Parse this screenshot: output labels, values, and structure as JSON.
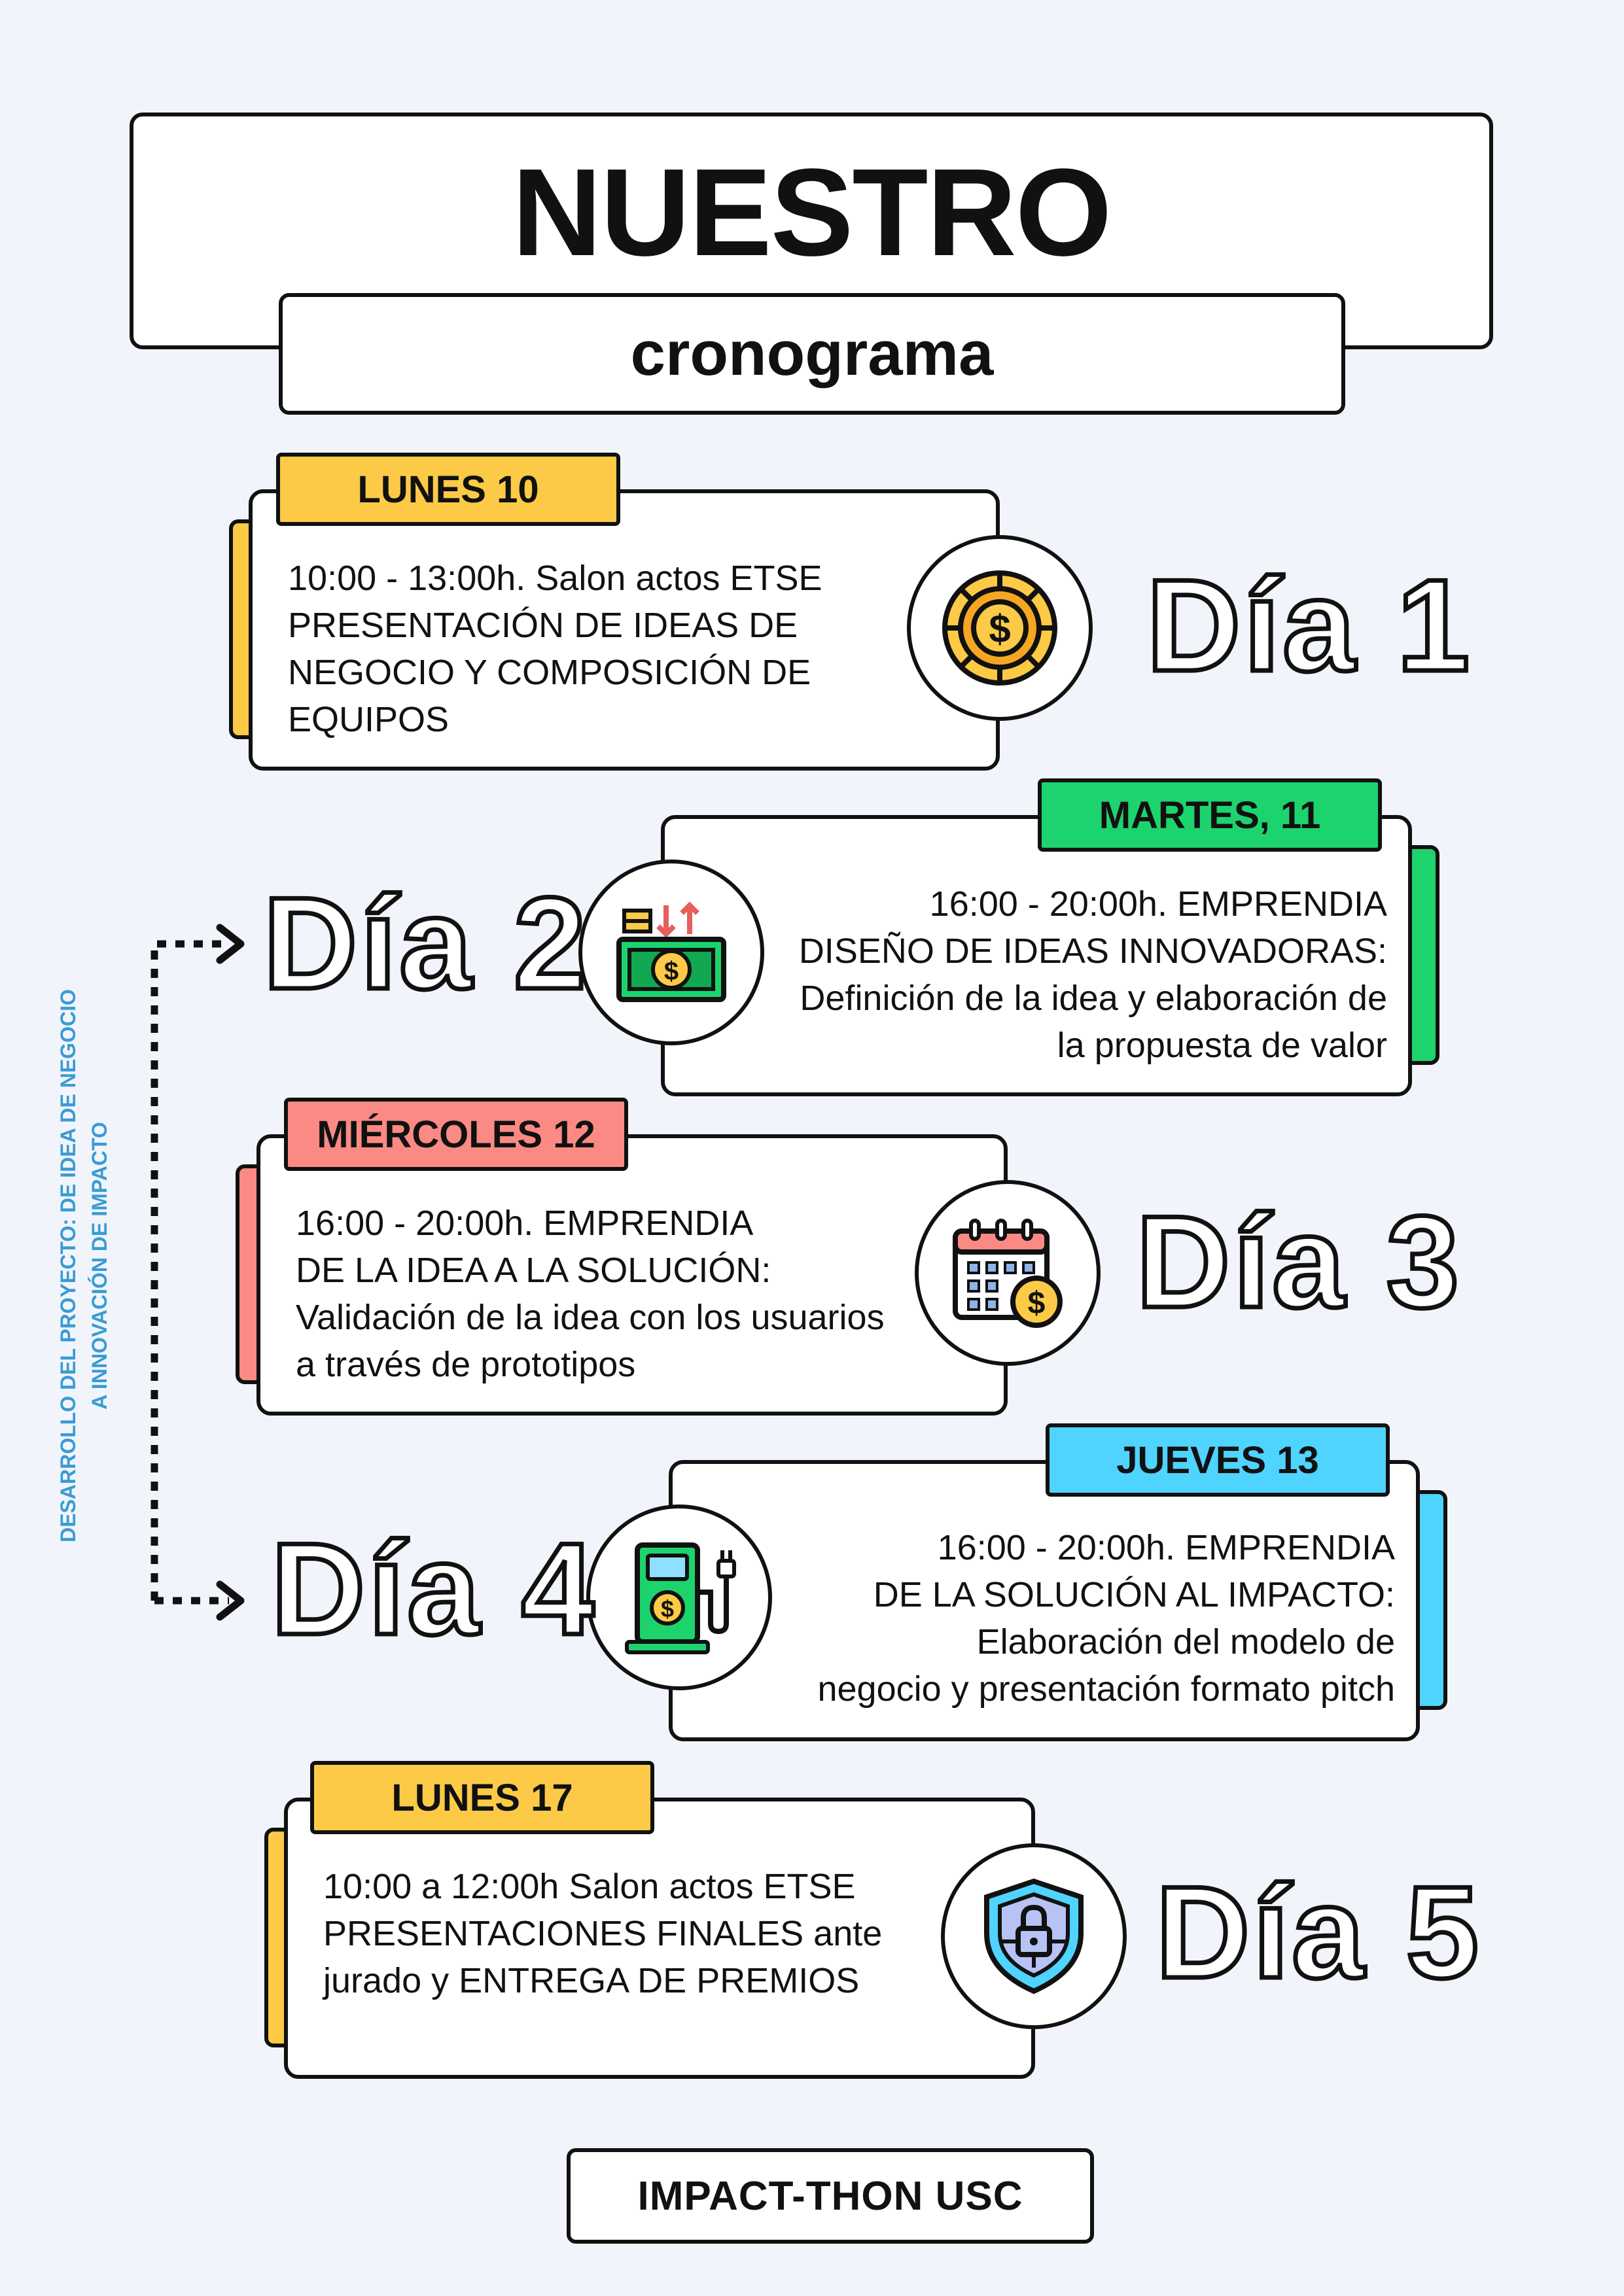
{
  "header": {
    "title": "NUESTRO RECORRIDO",
    "subtitle": "cronograma"
  },
  "side_label": {
    "line1": "DESARROLLO DEL PROYECTO: DE IDEA DE NEGOCIO",
    "line2": "A INNOVACIÓN DE IMPACTO"
  },
  "days": [
    {
      "tag": "LUNES 10",
      "day": "Día 1",
      "color": "#fcca46",
      "icon": "coin-icon",
      "text": "10:00 - 13:00h. Salon actos ETSE\nPRESENTACIÓN DE IDEAS DE\nNEGOCIO Y COMPOSICIÓN DE\nEQUIPOS"
    },
    {
      "tag": "MARTES, 11",
      "day": "Día 2",
      "color": "#1dd36d",
      "icon": "money-exchange-icon",
      "text": "16:00 - 20:00h. EMPRENDIA\nDISEÑO DE IDEAS INNOVADORAS:\nDefinición de la idea y elaboración de\nla propuesta de valor"
    },
    {
      "tag": "MIÉRCOLES 12",
      "day": "Día 3",
      "color": "#fb8a84",
      "icon": "calendar-money-icon",
      "text": "16:00 - 20:00h. EMPRENDIA\nDE LA IDEA A LA SOLUCIÓN:\nValidación de la idea con los usuarios\na través de prototipos"
    },
    {
      "tag": "JUEVES 13",
      "day": "Día 4",
      "color": "#4fd3ff",
      "icon": "charging-station-icon",
      "text": "16:00 - 20:00h. EMPRENDIA\nDE LA SOLUCIÓN AL IMPACTO:\nElaboración del modelo de\nnegocio y presentación formato pitch"
    },
    {
      "tag": "LUNES 17",
      "day": "Día 5",
      "color": "#fcca46",
      "icon": "shield-lock-icon",
      "text": "10:00 a 12:00h Salon actos ETSE\nPRESENTACIONES FINALES ante\njurado y ENTREGA DE PREMIOS"
    }
  ],
  "footer": {
    "label": "IMPACT-THON USC"
  },
  "colors": {
    "background": "#f1f5fb",
    "outline": "#111111",
    "accent_text": "#3a9bd5"
  }
}
